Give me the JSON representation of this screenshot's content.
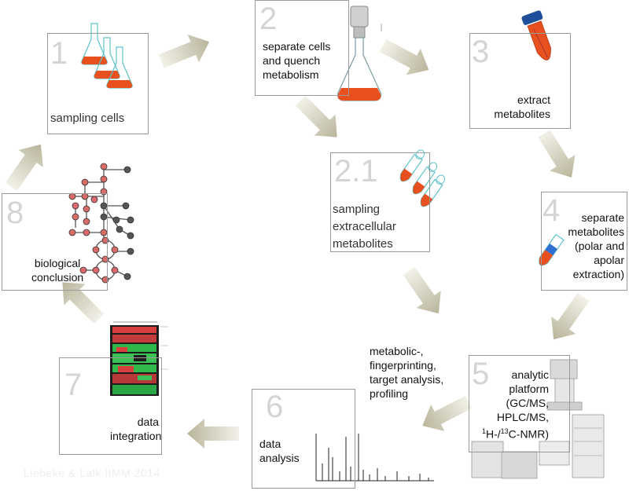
{
  "steps": [
    {
      "number": "1",
      "lines": [
        "sampling cells"
      ]
    },
    {
      "number": "2",
      "lines": [
        "separate cells",
        "and quench",
        "metabolism"
      ]
    },
    {
      "number": "2.1",
      "lines": [
        "sampling",
        "extracellular",
        "metabolites"
      ]
    },
    {
      "number": "3",
      "lines": [
        "extract",
        "metabolites"
      ]
    },
    {
      "number": "4",
      "lines": [
        "separate",
        "metabolites",
        "(polar and",
        "apolar",
        "extraction)"
      ]
    },
    {
      "number": "5",
      "lines": [
        "analytic",
        "platform",
        "(GC/MS,",
        "HPLC/MS,"
      ],
      "nmr": {
        "sup1": "1",
        "mid": "H-/",
        "sup2": "13",
        "end": "C-NMR)"
      }
    },
    {
      "number": "6",
      "lines": [
        "data",
        "analysis"
      ]
    },
    {
      "number": "7",
      "lines": [
        "data",
        "integration"
      ]
    },
    {
      "number": "8",
      "lines": [
        "biological",
        "conclusion"
      ]
    }
  ],
  "annotation": {
    "lines": [
      "metabolic-,",
      "fingerprinting,",
      "target analysis,",
      "profiling"
    ]
  },
  "footer": "Liebeke & Lalk IIMM 2014",
  "colors": {
    "box_border": "#9a9a9a",
    "number": "#d4d4d4",
    "arrow": "#c9c6b0",
    "sample": "#e8501f",
    "glass": "#5cc3c9",
    "node_red": "#d96a6a",
    "node_grey": "#555555"
  }
}
